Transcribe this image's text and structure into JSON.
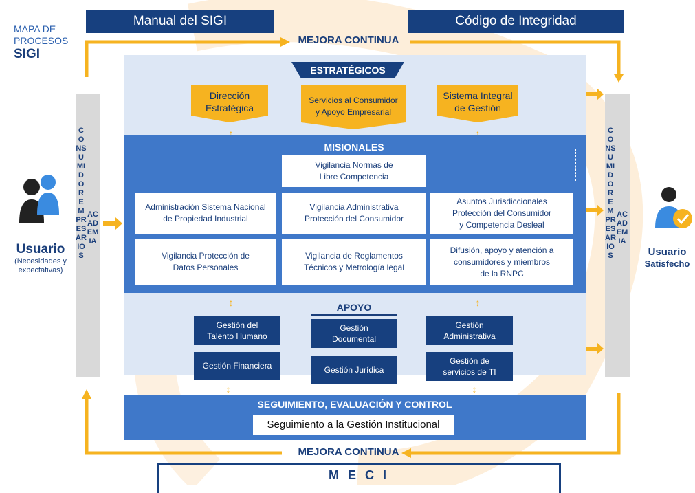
{
  "header": {
    "map_title_line1": "MAPA DE",
    "map_title_line2": "PROCESOS",
    "map_title_sigi": "SIGI",
    "manual": "Manual del SIGI",
    "codigo": "Código de Integridad"
  },
  "mejora_top": "MEJORA CONTINUA",
  "mejora_bottom": "MEJORA CONTINUA",
  "left_user": {
    "title": "Usuario",
    "subtitle_line1": "(Necesidades y",
    "subtitle_line2": "expectativas)"
  },
  "right_user": {
    "title": "Usuario",
    "subtitle": "Satisfecho"
  },
  "side_column": {
    "consumidor": "CONSUMIDOR",
    "empresarios": "EMPRESARIOS",
    "academia": "ACADEMIA"
  },
  "estrategicos": {
    "title": "ESTRATÉGICOS",
    "items": [
      {
        "line1": "Dirección",
        "line2": "Estratégica"
      },
      {
        "line1": "Servicios al Consumidor",
        "line2": "y Apoyo Empresarial"
      },
      {
        "line1": "Sistema Integral",
        "line2": "de Gestión"
      }
    ]
  },
  "misionales": {
    "title": "MISIONALES",
    "top": {
      "line1": "Vigilancia Normas de",
      "line2": "Libre Competencia"
    },
    "row1": [
      {
        "line1": "Administración Sistema Nacional",
        "line2": "de Propiedad Industrial",
        "line3": ""
      },
      {
        "line1": "Vigilancia Administrativa",
        "line2": "Protección del Consumidor",
        "line3": ""
      },
      {
        "line1": "Asuntos Jurisdiccionales",
        "line2": "Protección del Consumidor",
        "line3": "y Competencia Desleal"
      }
    ],
    "row2": [
      {
        "line1": "Vigilancia Protección de",
        "line2": "Datos Personales",
        "line3": ""
      },
      {
        "line1": "Vigilancia de Reglamentos",
        "line2": "Técnicos y Metrología legal",
        "line3": ""
      },
      {
        "line1": "Difusión, apoyo y atención a",
        "line2": "consumidores y miembros",
        "line3": "de la RNPC"
      }
    ]
  },
  "apoyo": {
    "title": "APOYO",
    "left": [
      {
        "line1": "Gestión del",
        "line2": "Talento Humano"
      },
      {
        "line1": "Gestión Financiera",
        "line2": ""
      }
    ],
    "center": [
      {
        "line1": "Gestión",
        "line2": "Documental"
      },
      {
        "line1": "Gestión Jurídica",
        "line2": ""
      }
    ],
    "right": [
      {
        "line1": "Gestión",
        "line2": "Administrativa"
      },
      {
        "line1": "Gestión de",
        "line2": "servicios de TI"
      }
    ]
  },
  "seguimiento": {
    "title": "SEGUIMIENTO, EVALUACIÓN Y CONTROL",
    "item": "Seguimiento a la Gestión Institucional"
  },
  "meci": "M E C I",
  "colors": {
    "navy": "#17407f",
    "mid_blue": "#3f78c9",
    "light_blue": "#dde7f5",
    "orange": "#f6b320",
    "grey": "#d9d9d9"
  }
}
